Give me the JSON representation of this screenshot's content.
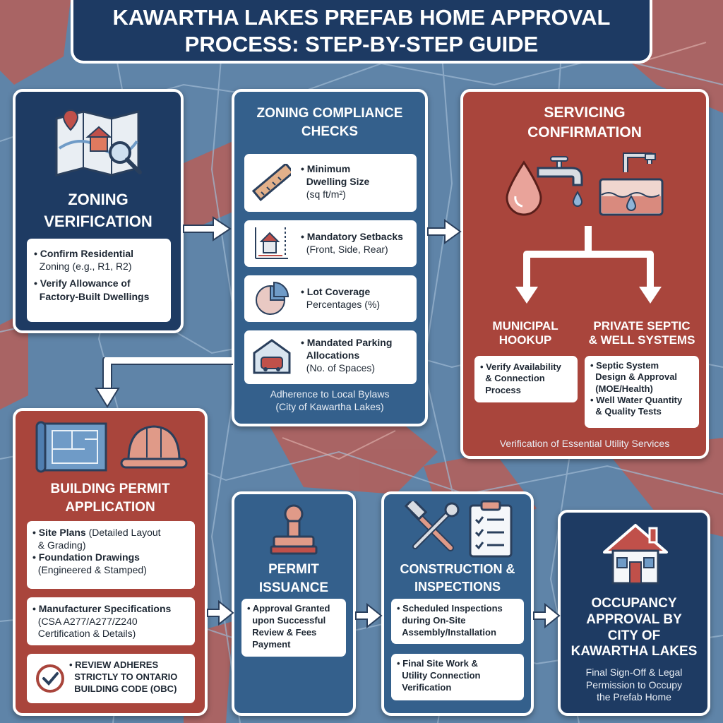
{
  "title": {
    "line1": "KAWARTHA LAKES PREFAB HOME APPROVAL",
    "line2": "PROCESS: STEP-BY-STEP GUIDE"
  },
  "zoning": {
    "title1": "ZONING",
    "title2": "VERIFICATION",
    "items": [
      {
        "label": "Confirm Residential",
        "detail": "Zoning (e.g., R1, R2)"
      },
      {
        "label": "Verify Allowance of",
        "detail": "Factory-Built Dwellings"
      }
    ]
  },
  "compliance": {
    "title1": "ZONING COMPLIANCE",
    "title2": "CHECKS",
    "items": [
      {
        "l1": "Minimum",
        "l2": "Dwelling Size",
        "l3": "(sq ft/m²)"
      },
      {
        "l1": "Mandatory Setbacks",
        "l2": "(Front, Side, Rear)"
      },
      {
        "l1": "Lot Coverage",
        "l2": "Percentages (%)"
      },
      {
        "l1": "Mandated Parking",
        "l2": "Allocations",
        "l3": "(No. of Spaces)"
      }
    ],
    "caption1": "Adherence to Local Bylaws",
    "caption2": "(City of Kawartha Lakes)"
  },
  "servicing": {
    "title1": "SERVICING",
    "title2": "CONFIRMATION",
    "municipal": {
      "head1": "MUNICIPAL",
      "head2": "HOOKUP",
      "l1": "Verify Availability",
      "l2": "& Connection",
      "l3": "Process"
    },
    "private": {
      "head1": "PRIVATE SEPTIC",
      "head2": "& WELL SYSTEMS",
      "i1l1": "Septic System",
      "i1l2": "Design & Approval",
      "i1l3": "(MOE/Health)",
      "i2l1": "Well Water Quantity",
      "i2l2": "& Quality Tests"
    },
    "caption": "Verification of Essential Utility Services"
  },
  "permit_app": {
    "title1": "BUILDING PERMIT",
    "title2": "APPLICATION",
    "site_label": "Site Plans",
    "site_detail": "(Detailed Layout",
    "site_detail2": "& Grading)",
    "found_label": "Foundation Drawings",
    "found_detail": "(Engineered & Stamped)",
    "mfr_label": "Manufacturer Specifications",
    "mfr_detail1": "(CSA A277/A277/Z240",
    "mfr_detail2": "Certification & Details)",
    "obc1": "REVIEW ADHERES",
    "obc2": "STRICTLY TO ONTARIO",
    "obc3": "BUILDING CODE (OBC)"
  },
  "issuance": {
    "title1": "PERMIT",
    "title2": "ISSUANCE",
    "l1": "Approval Granted",
    "l2": "upon Successful",
    "l3": "Review & Fees",
    "l4": "Payment"
  },
  "construction": {
    "title1": "CONSTRUCTION &",
    "title2": "INSPECTIONS",
    "a1": "Scheduled Inspections",
    "a2": "during On-Site",
    "a3": "Assembly/Installation",
    "b1": "Final Site Work &",
    "b2": "Utility Connection",
    "b3": "Verification"
  },
  "occupancy": {
    "title1": "OCCUPANCY",
    "title2": "APPROVAL BY",
    "title3": "CITY OF",
    "title4": "KAWARTHA LAKES",
    "c1": "Final Sign-Off & Legal",
    "c2": "Permission to Occupy",
    "c3": "the Prefab Home"
  },
  "colors": {
    "navy": "#1e3b63",
    "blue": "#34608c",
    "red": "#a9453c",
    "map_red": "#c0655e",
    "map_blue": "#6a8fb3"
  },
  "icons": [
    "map-icon",
    "ruler-icon",
    "house-setback-icon",
    "pie-chart-icon",
    "garage-icon",
    "water-drop-icon",
    "faucet-icon",
    "septic-tank-icon",
    "blueprint-icon",
    "hard-hat-icon",
    "checkmark-icon",
    "stamp-icon",
    "tools-icon",
    "clipboard-icon",
    "house-icon"
  ]
}
